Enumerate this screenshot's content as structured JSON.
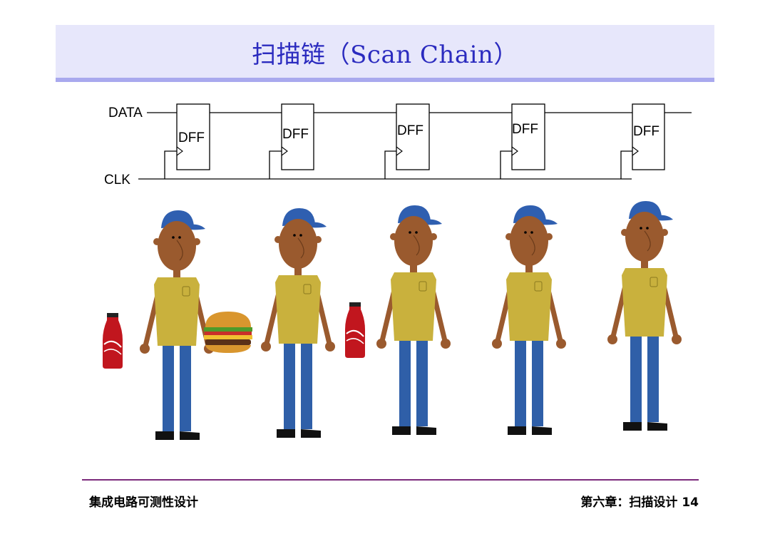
{
  "title": "扫描链（Scan Chain）",
  "diagram": {
    "data_label": "DATA",
    "clk_label": "CLK",
    "flipflops": [
      "DFF",
      "DFF",
      "DFF",
      "DFF",
      "DFF"
    ]
  },
  "illustration": {
    "people_count": 5,
    "items": [
      "cola-bottle",
      "hamburger",
      "cola-bottle"
    ],
    "colors": {
      "cap": "#2f5fb0",
      "shirt": "#c9b13d",
      "pants": "#2f5fa8",
      "skin": "#9a5a2e"
    }
  },
  "footer": {
    "left": "集成电路可测性设计",
    "right": "第六章：扫描设计 14"
  }
}
